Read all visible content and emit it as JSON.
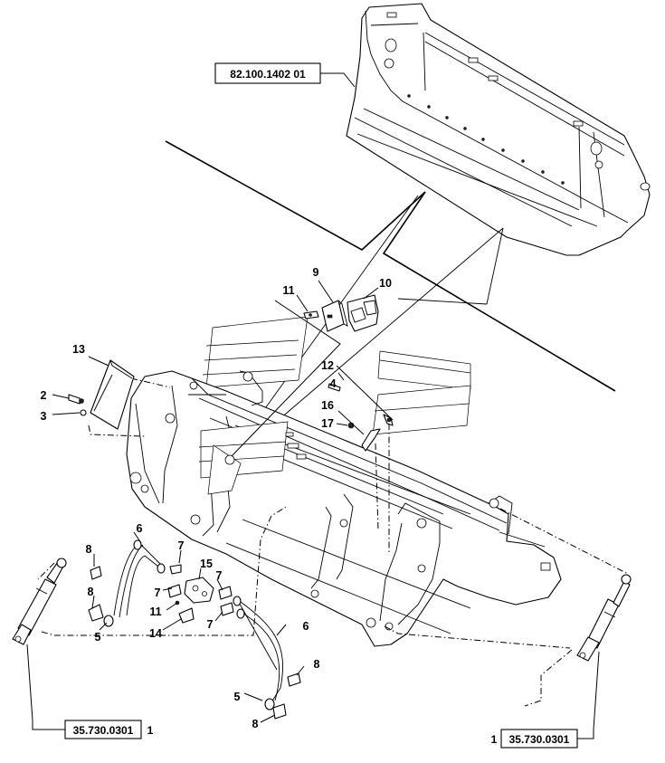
{
  "drawing": {
    "references": {
      "bucket": "82.100.1402 01",
      "cylinder_left_code": "35.730.0301",
      "cylinder_left_qty": "1",
      "cylinder_right_code": "35.730.0301",
      "cylinder_right_qty": "1"
    },
    "callouts": {
      "c9": "9",
      "c10": "10",
      "c11a": "11",
      "c13": "13",
      "c2": "2",
      "c3": "3",
      "c12": "12",
      "c4": "4",
      "c16": "16",
      "c17": "17",
      "c6a": "6",
      "c7a": "7",
      "c8a": "8",
      "c15": "15",
      "c8b": "8",
      "c7b": "7",
      "c11b": "11",
      "c7c": "7",
      "c5a": "5",
      "c14": "14",
      "c7d": "7",
      "c6b": "6",
      "c8c": "8",
      "c5b": "5",
      "c8d": "8"
    }
  }
}
